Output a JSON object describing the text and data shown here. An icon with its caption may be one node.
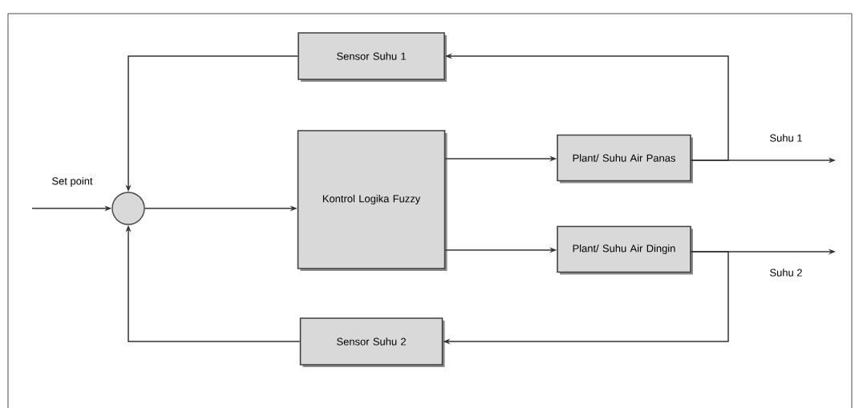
{
  "diagram": {
    "nodes": [
      {
        "text": [
          "Sensor Suhu 1"
        ]
      },
      {
        "text": [
          "Kontrol Logika Fuzzy"
        ]
      },
      {
        "text": [
          "Plant/ Suhu Air Panas"
        ]
      },
      {
        "text": [
          "Plant/ Suhu Air Dingin"
        ]
      },
      {
        "text": [
          "Sensor Suhu 2"
        ]
      },
      {
        "text": [],
        "shape": "circle"
      }
    ],
    "edges": [
      {
        "from": null,
        "to": 5,
        "arrow": "to",
        "label": "Set point"
      },
      {
        "from": 5,
        "to": 1,
        "arrow": "to"
      },
      {
        "from": 1,
        "to": 2,
        "arrow": "to"
      },
      {
        "from": 1,
        "to": 3,
        "arrow": "to"
      },
      {
        "from": 2,
        "to": null,
        "arrow": "to",
        "label": "Suhu 1"
      },
      {
        "from": 3,
        "to": null,
        "arrow": "to",
        "label": "Suhu 2"
      },
      {
        "from": 2,
        "to": 0,
        "arrow": "to"
      },
      {
        "from": 0,
        "to": 5,
        "arrow": "to"
      },
      {
        "from": 3,
        "to": 4,
        "arrow": "to"
      },
      {
        "from": 4,
        "to": 5,
        "arrow": "to"
      }
    ]
  }
}
